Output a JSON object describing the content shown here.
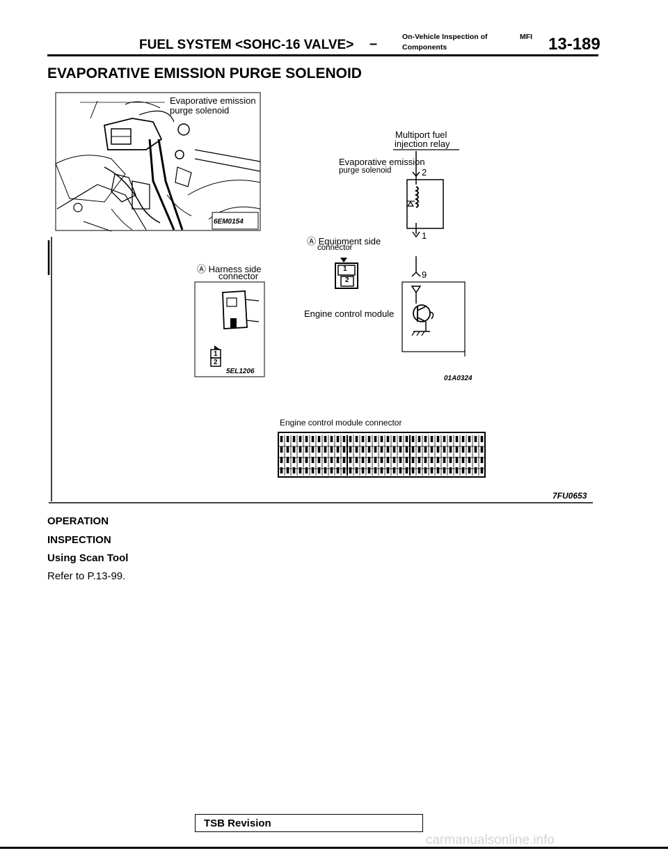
{
  "header": {
    "section": "FUEL SYSTEM <SOHC-16 VALVE>",
    "dash": "–",
    "sub_line1": "On-Vehicle Inspection of",
    "sub_mfi": "MFI",
    "sub_line2": "Components",
    "page": "13-189"
  },
  "title": "EVAPORATIVE EMISSION PURGE SOLENOID",
  "figure": {
    "photo_label_1": "Evaporative emission",
    "photo_label_2": "purge solenoid",
    "photo_code": "6EM0154",
    "relay_label_1": "Multiport fuel",
    "relay_label_2": "injection relay",
    "solenoid_label_1": "Evaporative emission",
    "solenoid_label_2": "purge solenoid",
    "equipment_label_1": "Ⓐ Equipment side",
    "equipment_label_2": "connector",
    "harness_label_1": "Ⓐ Harness side",
    "harness_label_2": "connector",
    "harness_code": "5EL1206",
    "ecm_label": "Engine control module",
    "schematic_code": "01A0324",
    "pin_2": "2",
    "pin_1": "1",
    "pin_9": "9",
    "conn_pin_1": "1",
    "conn_pin_2": "2",
    "ecm_conn_label": "Engine control module connector",
    "figure_code": "7FU0653"
  },
  "sections": {
    "operation": "OPERATION",
    "inspection": "INSPECTION",
    "scan_tool": "Using Scan Tool",
    "refer": "Refer to P.13-99."
  },
  "footer": {
    "tsb": "TSB Revision",
    "watermark": "carmanualsonline.info"
  }
}
